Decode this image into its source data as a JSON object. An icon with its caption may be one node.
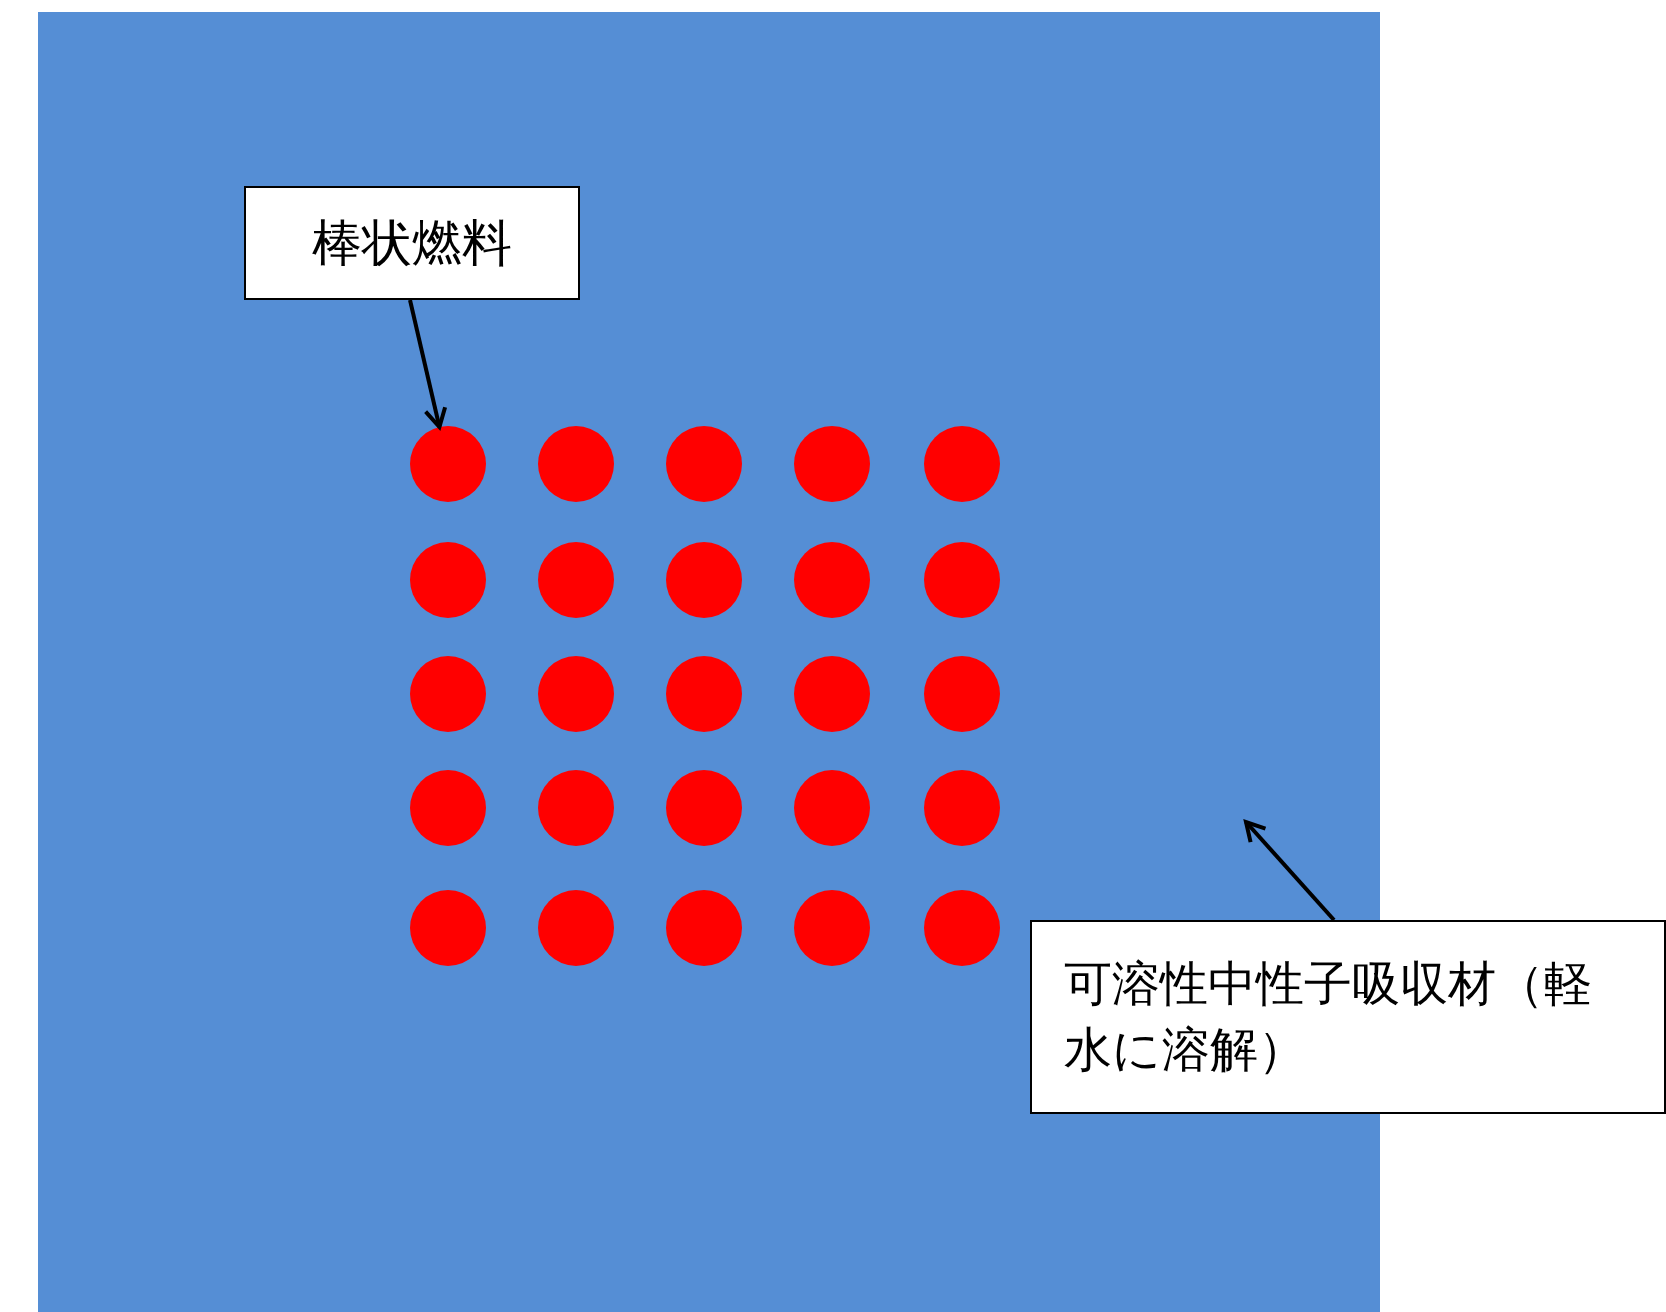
{
  "diagram": {
    "nodes": [
      {
        "text": [],
        "shape": "box"
      },
      {
        "text": [
          "棒状燃料"
        ],
        "in": 0
      },
      {
        "text": [
          "可溶性中性子吸収材（軽水に溶解）"
        ]
      },
      {
        "text": [],
        "shape": "circle",
        "in": 0
      },
      {
        "text": [],
        "shape": "circle",
        "in": 0
      },
      {
        "text": [],
        "shape": "circle",
        "in": 0
      },
      {
        "text": [],
        "shape": "circle",
        "in": 0
      },
      {
        "text": [],
        "shape": "circle",
        "in": 0
      },
      {
        "text": [],
        "shape": "circle",
        "in": 0
      },
      {
        "text": [],
        "shape": "circle",
        "in": 0
      },
      {
        "text": [],
        "shape": "circle",
        "in": 0
      },
      {
        "text": [],
        "shape": "circle",
        "in": 0
      },
      {
        "text": [],
        "shape": "circle",
        "in": 0
      },
      {
        "text": [],
        "shape": "circle",
        "in": 0
      },
      {
        "text": [],
        "shape": "circle",
        "in": 0
      },
      {
        "text": [],
        "shape": "circle",
        "in": 0
      },
      {
        "text": [],
        "shape": "circle",
        "in": 0
      },
      {
        "text": [],
        "shape": "circle",
        "in": 0
      },
      {
        "text": [],
        "shape": "circle",
        "in": 0
      },
      {
        "text": [],
        "shape": "circle",
        "in": 0
      },
      {
        "text": [],
        "shape": "circle",
        "in": 0
      },
      {
        "text": [],
        "shape": "circle",
        "in": 0
      },
      {
        "text": [],
        "shape": "circle",
        "in": 0
      },
      {
        "text": [],
        "shape": "circle",
        "in": 0
      },
      {
        "text": [],
        "shape": "circle",
        "in": 0
      },
      {
        "text": [],
        "shape": "circle",
        "in": 0
      },
      {
        "text": [],
        "shape": "circle",
        "in": 0
      },
      {
        "text": [],
        "shape": "circle",
        "in": 0
      }
    ],
    "edges": [
      {
        "from": 1,
        "to": 3,
        "arrow": "to"
      },
      {
        "from": 2,
        "to": null,
        "arrow": "to"
      }
    ]
  }
}
